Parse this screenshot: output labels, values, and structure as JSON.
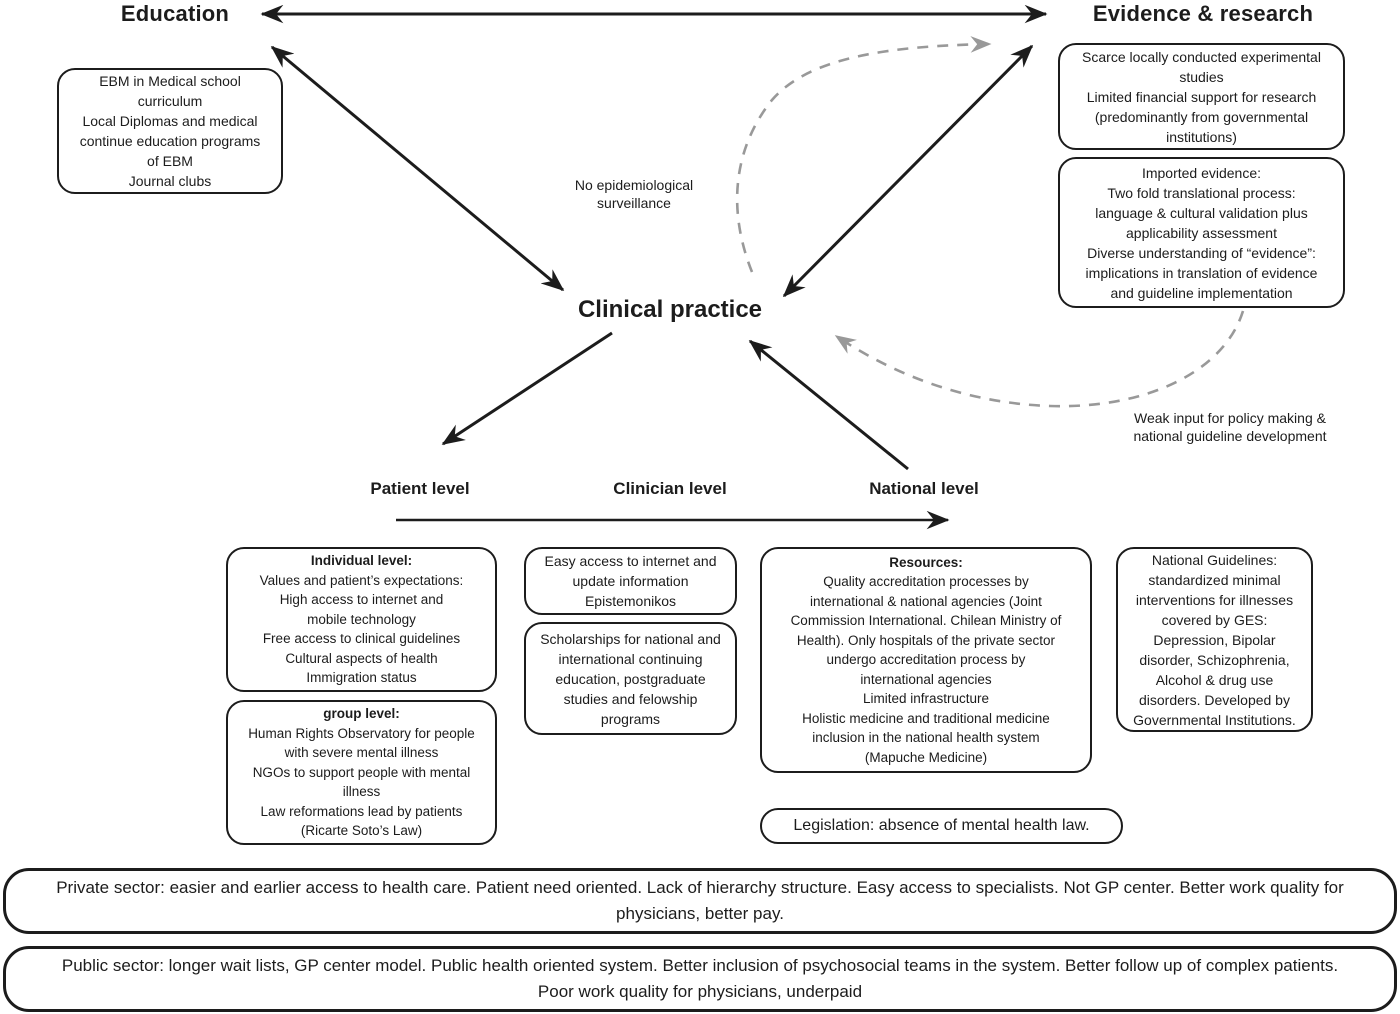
{
  "figure": {
    "nodes": {
      "education": "Education",
      "evidence": "Evidence & research",
      "clinical": "Clinical practice"
    },
    "levels": {
      "patient": "Patient level",
      "clinician": "Clinician level",
      "national": "National level"
    },
    "annotations": {
      "no_surveillance": "No epidemiological\nsurveillance",
      "weak_input": "Weak input for policy making &\nnational guideline development"
    },
    "boxes": {
      "education_notes": {
        "text": "EBM in Medical school\ncurriculum\nLocal Diplomas and medical\ncontinue education programs\nof EBM\nJournal clubs"
      },
      "scarce_evidence": {
        "text": "Scarce locally conducted experimental\nstudies\nLimited financial support for research\n(predominantly from governmental\ninstitutions)"
      },
      "imported_evidence": {
        "text": "Imported evidence:\nTwo fold translational process:\nlanguage & cultural validation plus\napplicability assessment\nDiverse understanding of “evidence”:\nimplications in translation of evidence\nand guideline implementation"
      },
      "individual_level": {
        "title": "Individual level:",
        "text": "Values and patient’s expectations:\nHigh access to internet and\nmobile technology\nFree access to clinical guidelines\nCultural aspects of health\nImmigration status"
      },
      "group_level": {
        "title": "group level:",
        "text": "Human Rights Observatory for people\nwith severe mental illness\nNGOs to support people with mental\nillness\nLaw reformations lead by patients\n(Ricarte Soto’s Law)"
      },
      "internet_access": {
        "text": "Easy access to internet and\nupdate information\nEpistemonikos"
      },
      "scholarships": {
        "text": "Scholarships for national and\ninternational continuing\neducation, postgraduate\nstudies and felowship\nprograms"
      },
      "resources": {
        "title": "Resources:",
        "text": "Quality accreditation processes by\ninternational & national agencies (Joint\nCommission International. Chilean Ministry of\nHealth). Only hospitals of the private sector\nundergo accreditation process by\ninternational agencies\nLimited infrastructure\nHolistic medicine and traditional medicine\ninclusion in the national health system\n(Mapuche Medicine)"
      },
      "national_guidelines": {
        "text": "National Guidelines:\nstandardized minimal\ninterventions for illnesses\ncovered by GES:\nDepression, Bipolar\ndisorder, Schizophrenia,\nAlcohol & drug use\ndisorders. Developed by\nGovernmental Institutions."
      },
      "legislation": {
        "text": "Legislation: absence of mental health law."
      },
      "private_sector": {
        "text": "Private sector: easier and earlier access to health care. Patient need oriented. Lack of hierarchy structure. Easy access to specialists. Not GP center. Better work quality for\nphysicians, better pay."
      },
      "public_sector": {
        "text": "Public sector: longer wait lists, GP center model. Public health oriented system. Better inclusion of psychosocial teams in the system. Better follow up of complex patients.\nPoor work quality for physicians, underpaid"
      }
    },
    "colors": {
      "ink": "#1c1c1c",
      "dashed_arrow": "#999999"
    }
  }
}
